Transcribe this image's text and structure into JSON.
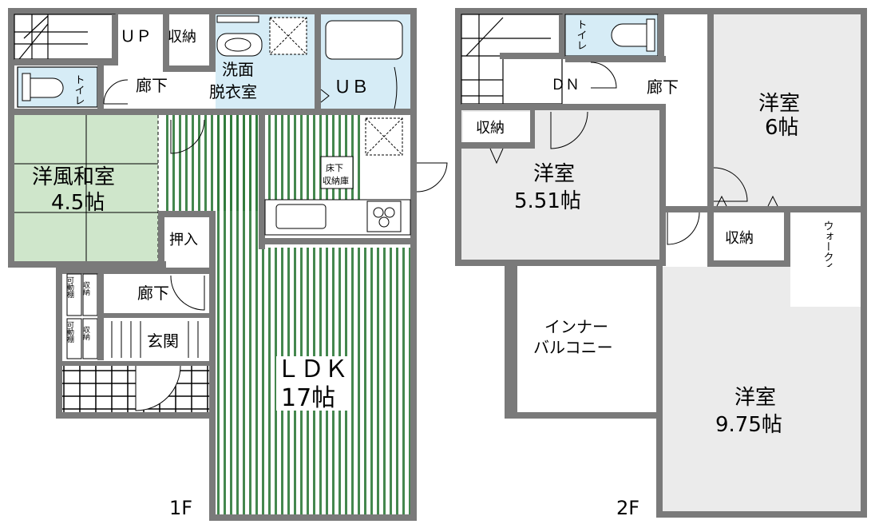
{
  "floors": {
    "first": {
      "label": "1F",
      "rooms": {
        "ldk": {
          "name": "ＬＤＫ",
          "size": "17帖"
        },
        "washitsu": {
          "name": "洋風和室",
          "size": "4.5帖"
        },
        "senmen": {
          "name1": "洗面",
          "name2": "脱衣室"
        },
        "ub": "ＵＢ",
        "toilet": "トイレ",
        "corridor_top": "廊下",
        "corridor_mid": "廊下",
        "genkan": "玄関",
        "shuno": "収納",
        "oshiire": "押入",
        "up": "ＵＰ",
        "yukashita1": "床下",
        "yukashita2": "収納庫",
        "kado1": "可動棚",
        "kado2": "可動棚",
        "shuno_s1": "収納",
        "shuno_s2": "収納"
      }
    },
    "second": {
      "label": "2F",
      "rooms": {
        "yoshitsu6": {
          "name": "洋室",
          "size": "6帖"
        },
        "yoshitsu551": {
          "name": "洋室",
          "size": "5.51帖"
        },
        "yoshitsu975": {
          "name": "洋室",
          "size": "9.75帖"
        },
        "inner_balcony1": "インナー",
        "inner_balcony2": "バルコニー",
        "wic": "ウォークインクローゼット",
        "corridor": "廊下",
        "dn": "ＤＮ",
        "toilet": "トイレ",
        "shuno1": "収納",
        "shuno2": "収納"
      }
    }
  }
}
